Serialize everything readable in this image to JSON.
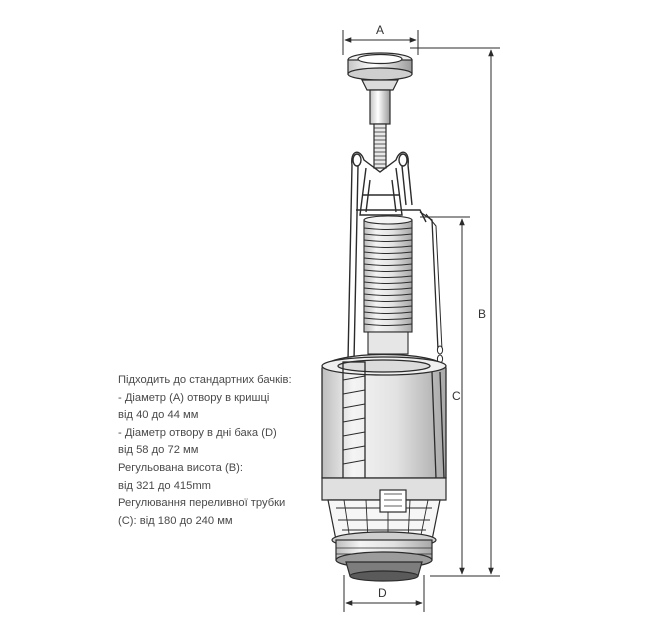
{
  "dimensions": {
    "a": "A",
    "b": "B",
    "c": "C",
    "d": "D"
  },
  "specs": {
    "lines": [
      "Підходить до стандартних бачків:",
      "-  Діаметр (А) отвору в кришці",
      "від 40 до 44 мм",
      "-  Діаметр отвору в дні бака (D)",
      "від 58 до 72 мм",
      "Регульована висота (B):",
      "від 321 до 415mm",
      "Регулювання переливної трубки",
      "(C): від 180 до 240 мм"
    ]
  },
  "colors": {
    "line": "#2b2b2b",
    "text": "#4a4a4a",
    "shade": "#d9d9d9"
  }
}
